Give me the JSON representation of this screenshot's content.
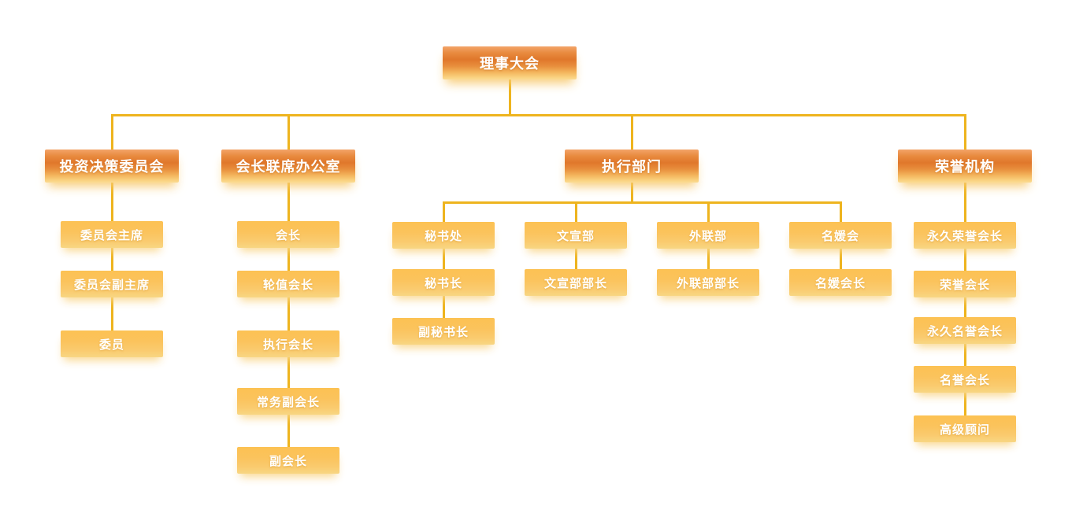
{
  "org": {
    "root": {
      "label": "理事大会"
    },
    "branches": [
      {
        "label": "投资决策委员会",
        "children": [
          {
            "label": "委员会主席"
          },
          {
            "label": "委员会副主席"
          },
          {
            "label": "委员"
          }
        ]
      },
      {
        "label": "会长联席办公室",
        "children": [
          {
            "label": "会长"
          },
          {
            "label": "轮值会长"
          },
          {
            "label": "执行会长"
          },
          {
            "label": "常务副会长"
          },
          {
            "label": "副会长"
          }
        ]
      },
      {
        "label": "执行部门",
        "children": [
          {
            "label": "秘书处",
            "children": [
              {
                "label": "秘书长",
                "children": [
                  {
                    "label": "副秘书长"
                  }
                ]
              }
            ]
          },
          {
            "label": "文宣部",
            "children": [
              {
                "label": "文宣部部长"
              }
            ]
          },
          {
            "label": "外联部",
            "children": [
              {
                "label": "外联部部长"
              }
            ]
          },
          {
            "label": "名媛会",
            "children": [
              {
                "label": "名媛会长"
              }
            ]
          }
        ]
      },
      {
        "label": "荣誉机构",
        "children": [
          {
            "label": "永久荣誉会长"
          },
          {
            "label": "荣誉会长"
          },
          {
            "label": "永久名誉会长"
          },
          {
            "label": "名誉会长"
          },
          {
            "label": "高级顾问"
          }
        ]
      }
    ],
    "colors": {
      "connector": "#eeb41e",
      "primary_box_dark": "#e0772b",
      "primary_box_light": "#fbdc92",
      "secondary_box_top": "#fcc253",
      "secondary_box_bottom": "#f8d683",
      "text": "#ffffff",
      "background": "#ffffff"
    }
  }
}
